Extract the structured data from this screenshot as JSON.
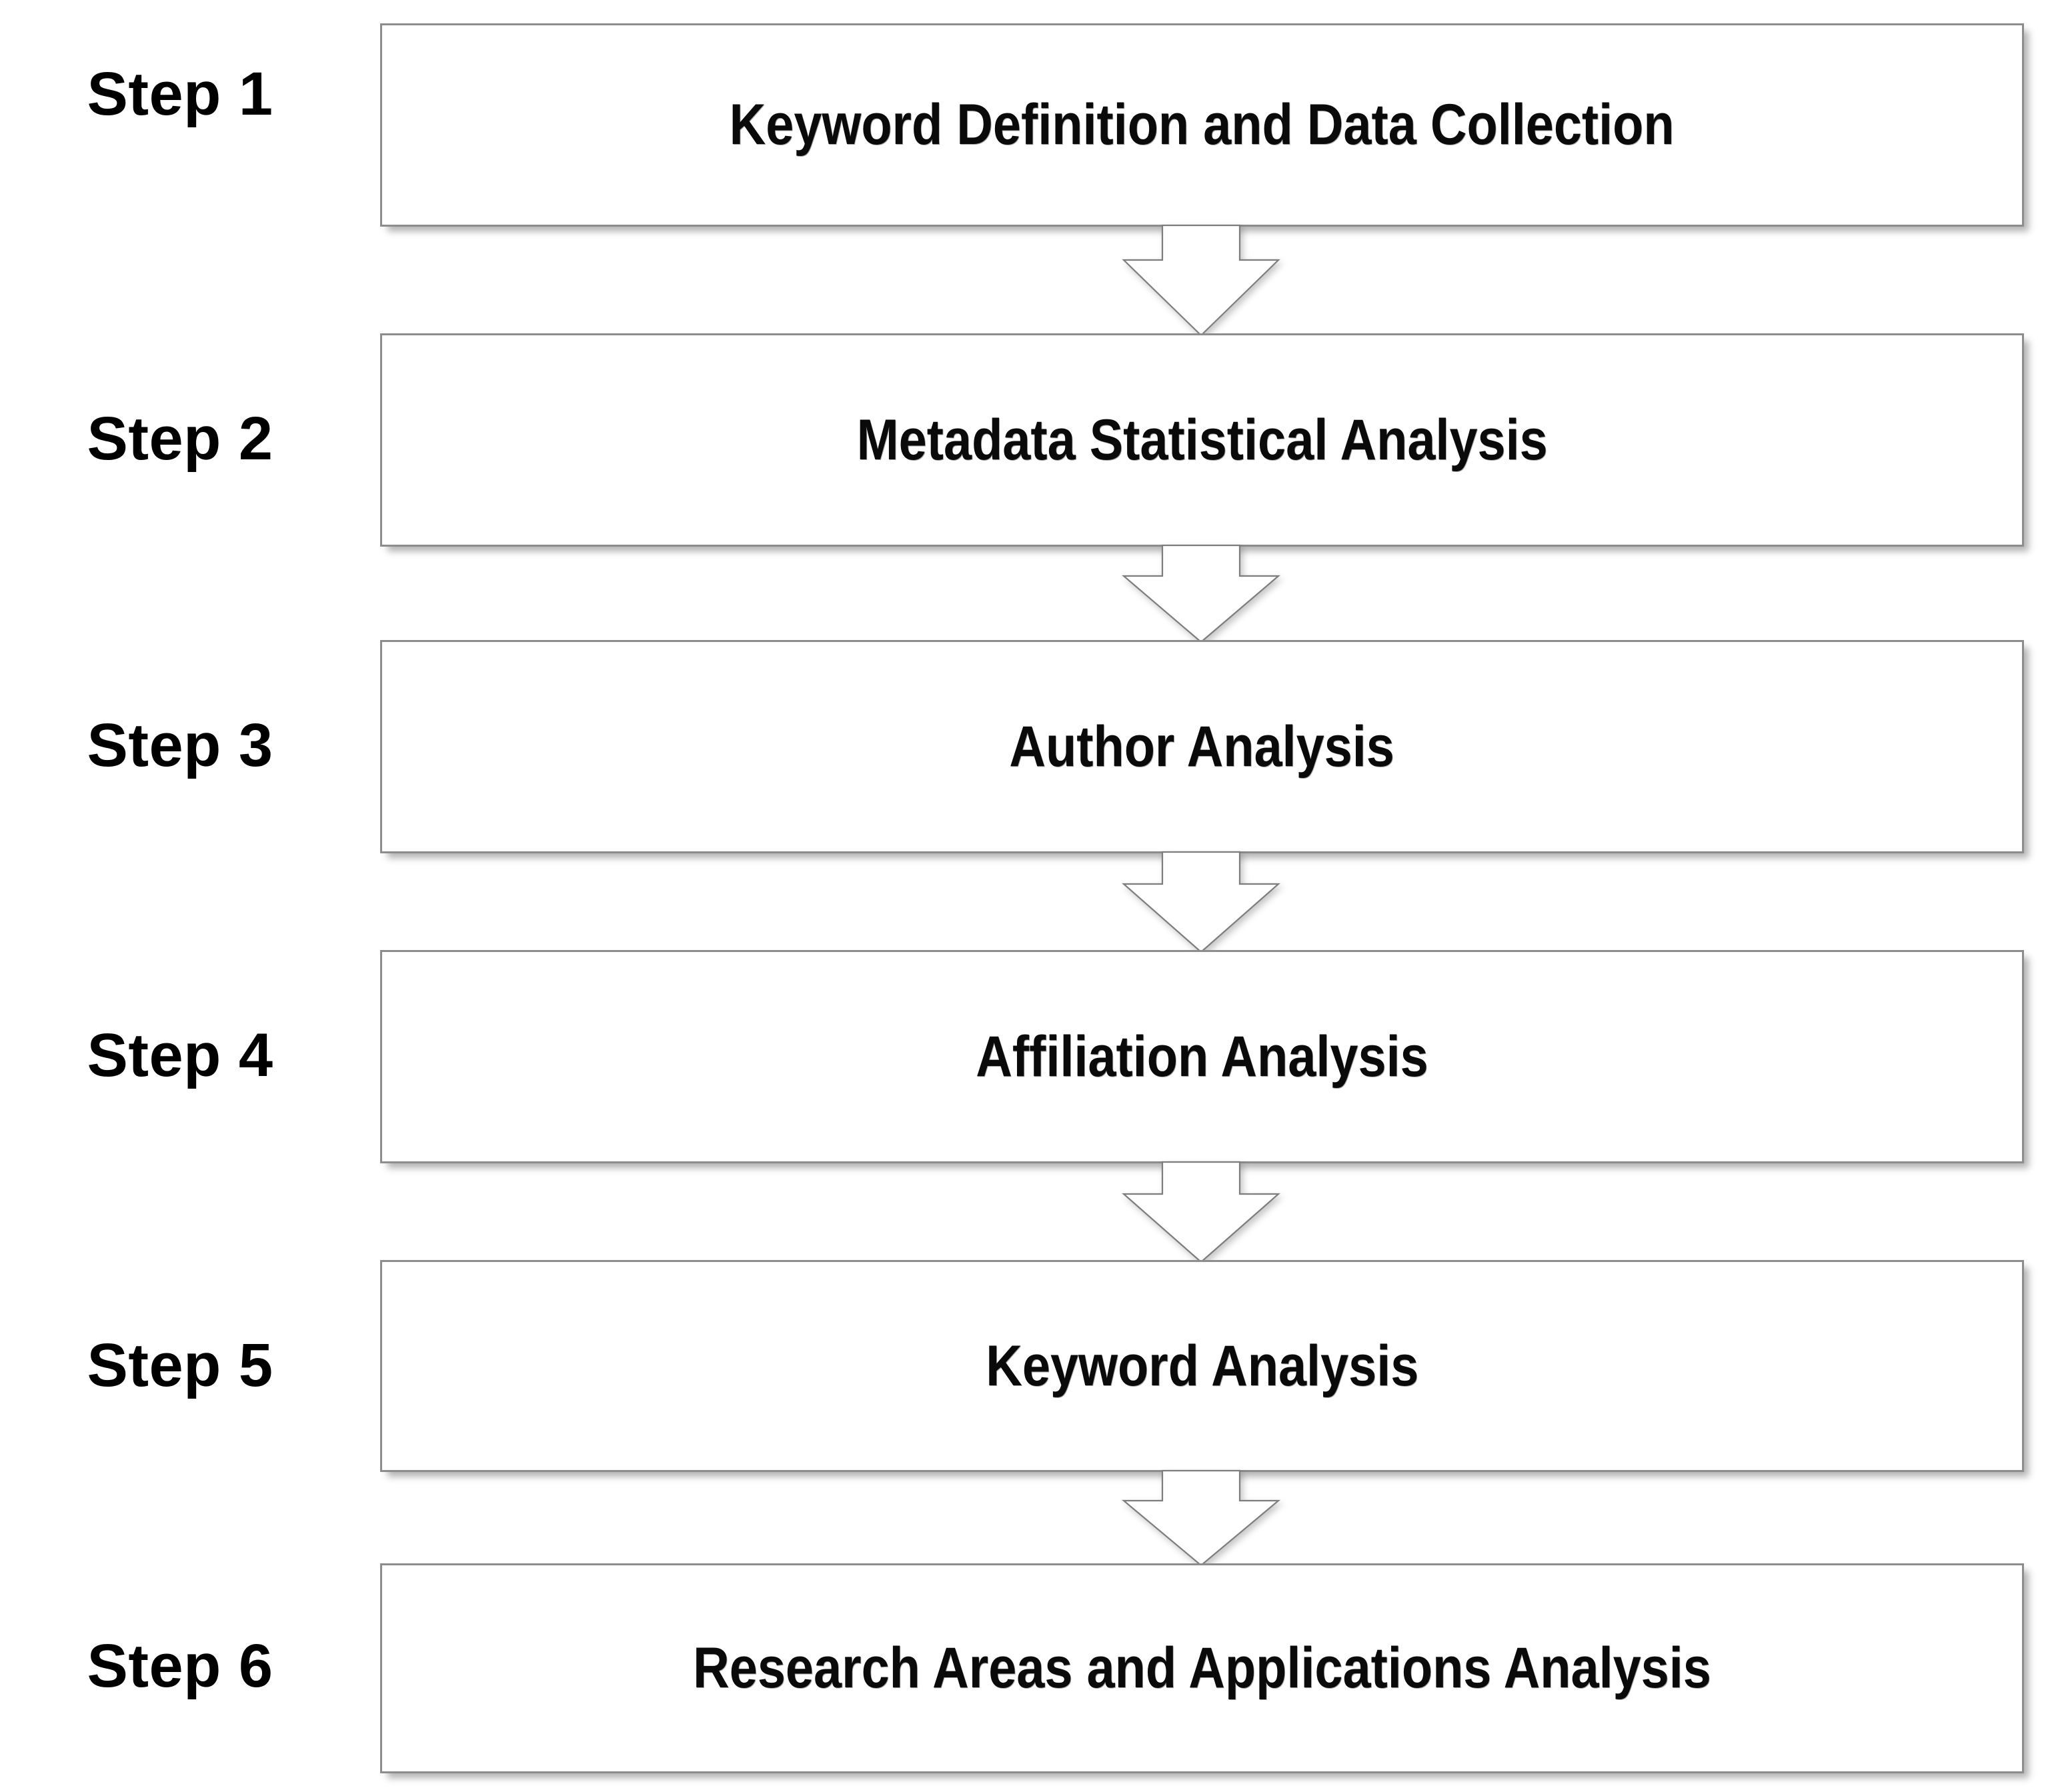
{
  "diagram": {
    "type": "flowchart",
    "orientation": "vertical",
    "title": "",
    "colors": {
      "box_fill": "#ffffff",
      "box_border": "#8d8d8d",
      "arrow_fill": "#ffffff",
      "arrow_border": "#7d7d7d",
      "text": "#000000",
      "background": "#ffffff"
    },
    "steps": [
      {
        "step_label": "Step 1",
        "box_label": "Keyword Definition and Data Collection"
      },
      {
        "step_label": "Step 2",
        "box_label": "Metadata Statistical Analysis"
      },
      {
        "step_label": "Step 3",
        "box_label": "Author Analysis"
      },
      {
        "step_label": "Step 4",
        "box_label": "Affiliation Analysis"
      },
      {
        "step_label": "Step 5",
        "box_label": "Keyword Analysis"
      },
      {
        "step_label": "Step 6",
        "box_label": "Research Areas and Applications Analysis"
      }
    ],
    "connectors": [
      {
        "from": "Step 1",
        "to": "Step 2",
        "shape": "down-arrow"
      },
      {
        "from": "Step 2",
        "to": "Step 3",
        "shape": "down-arrow"
      },
      {
        "from": "Step 3",
        "to": "Step 4",
        "shape": "down-arrow"
      },
      {
        "from": "Step 4",
        "to": "Step 5",
        "shape": "down-arrow"
      },
      {
        "from": "Step 5",
        "to": "Step 6",
        "shape": "down-arrow"
      }
    ]
  }
}
